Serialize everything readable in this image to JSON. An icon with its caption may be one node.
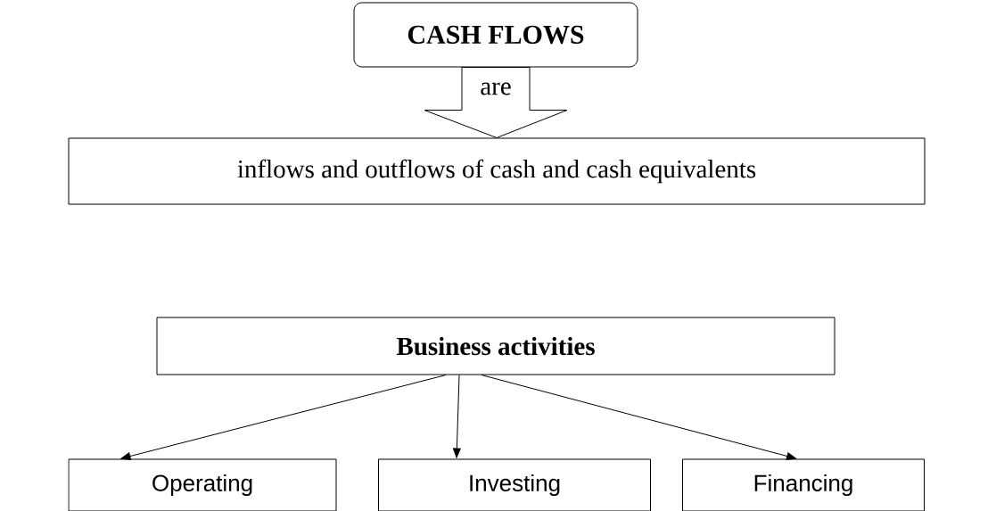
{
  "diagram": {
    "nodes": [
      {
        "text": [
          "**CASH FLOWS**"
        ]
      },
      {
        "text": [
          "inflows and outflows of cash and cash equivalents"
        ]
      },
      {
        "text": [
          "**Business activities**"
        ]
      },
      {
        "text": [
          "Operating"
        ]
      },
      {
        "text": [
          "Investing"
        ]
      },
      {
        "text": [
          "Financing"
        ]
      }
    ],
    "edges": [
      {
        "from": 0,
        "to": 1,
        "arrow": "to",
        "label": "are"
      },
      {
        "from": 2,
        "to": 3,
        "arrow": "to"
      },
      {
        "from": 2,
        "to": 4,
        "arrow": "to"
      },
      {
        "from": 2,
        "to": 5,
        "arrow": "to"
      }
    ]
  }
}
